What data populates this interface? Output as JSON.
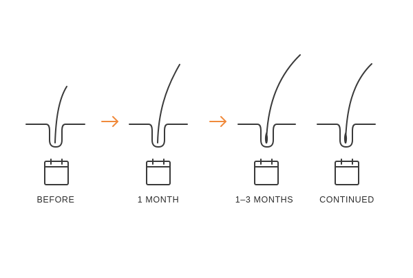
{
  "colors": {
    "stroke": "#3a3a3a",
    "arrow": "#f08a3c",
    "root_fill": "#3a3a3a",
    "label": "#2b2b2b"
  },
  "stages": [
    {
      "label": "BEFORE",
      "icon": "calendar-icon",
      "growth": "short",
      "root": "empty"
    },
    {
      "label": "1 MONTH",
      "icon": "calendar-icon",
      "growth": "medium",
      "root": "empty"
    },
    {
      "label": "1–3 MONTHS",
      "icon": "calendar-icon",
      "growth": "long",
      "root": "filled"
    },
    {
      "label": "CONTINUED",
      "icon": "calendar-icon",
      "growth": "long",
      "root": "filled"
    }
  ],
  "arrows": [
    {
      "icon": "arrow-right-icon"
    },
    {
      "icon": "arrow-right-icon"
    }
  ]
}
